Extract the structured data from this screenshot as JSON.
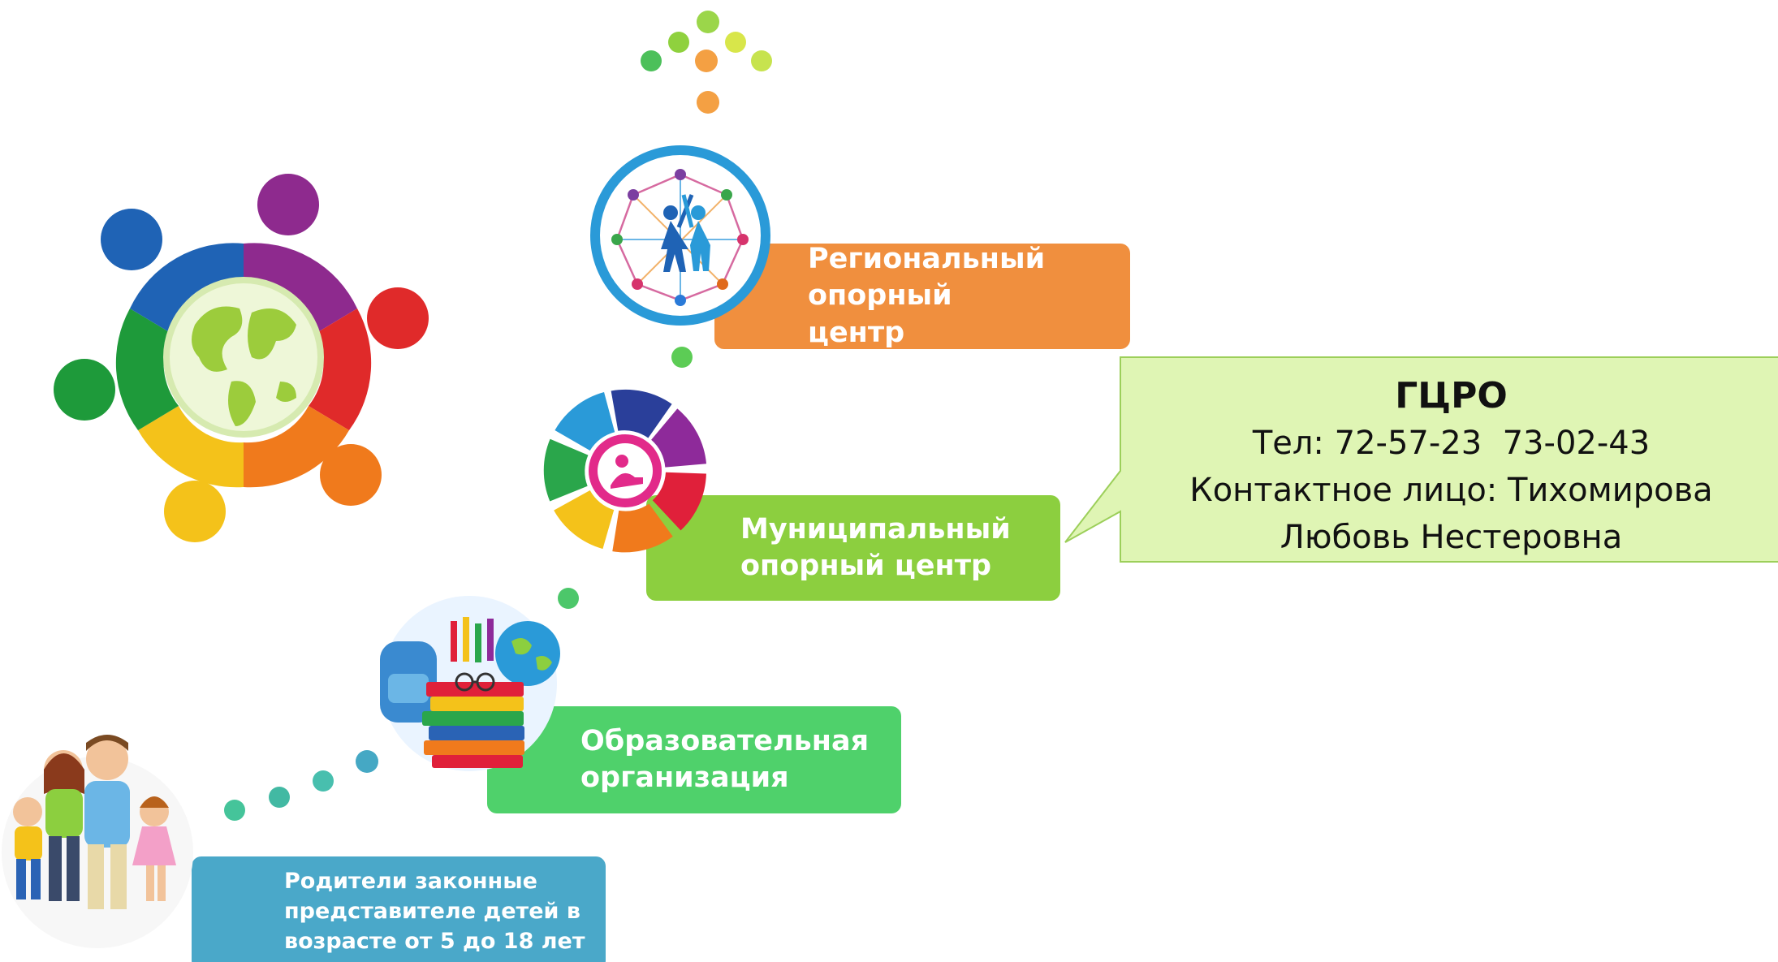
{
  "levels": {
    "regional": {
      "label": "Региональный опорный центр",
      "color": "#f08f3e"
    },
    "municipal": {
      "label": "Муниципальный опорный центр",
      "color": "#8ccf3f"
    },
    "organization": {
      "label": "Образовательная организация",
      "color": "#4fd16b"
    },
    "parents": {
      "label": "Родители законные представителе детей в возрасте от  5 до 18 лет",
      "color": "#4aa8c9"
    }
  },
  "callout": {
    "title": "ГЦРО",
    "phone": "Тел: 72-57-23  73-02-43",
    "contact_line1": "Контактное лицо: Тихомирова",
    "contact_line2": "Любовь Нестеровна",
    "fill": "#dff5b4",
    "border": "#9ccf5a"
  },
  "icons": {
    "logo": "people-circle-globe-icon",
    "regional": "children-network-icon",
    "municipal": "activities-wheel-icon",
    "organization": "school-supplies-icon",
    "parents": "family-icon"
  }
}
